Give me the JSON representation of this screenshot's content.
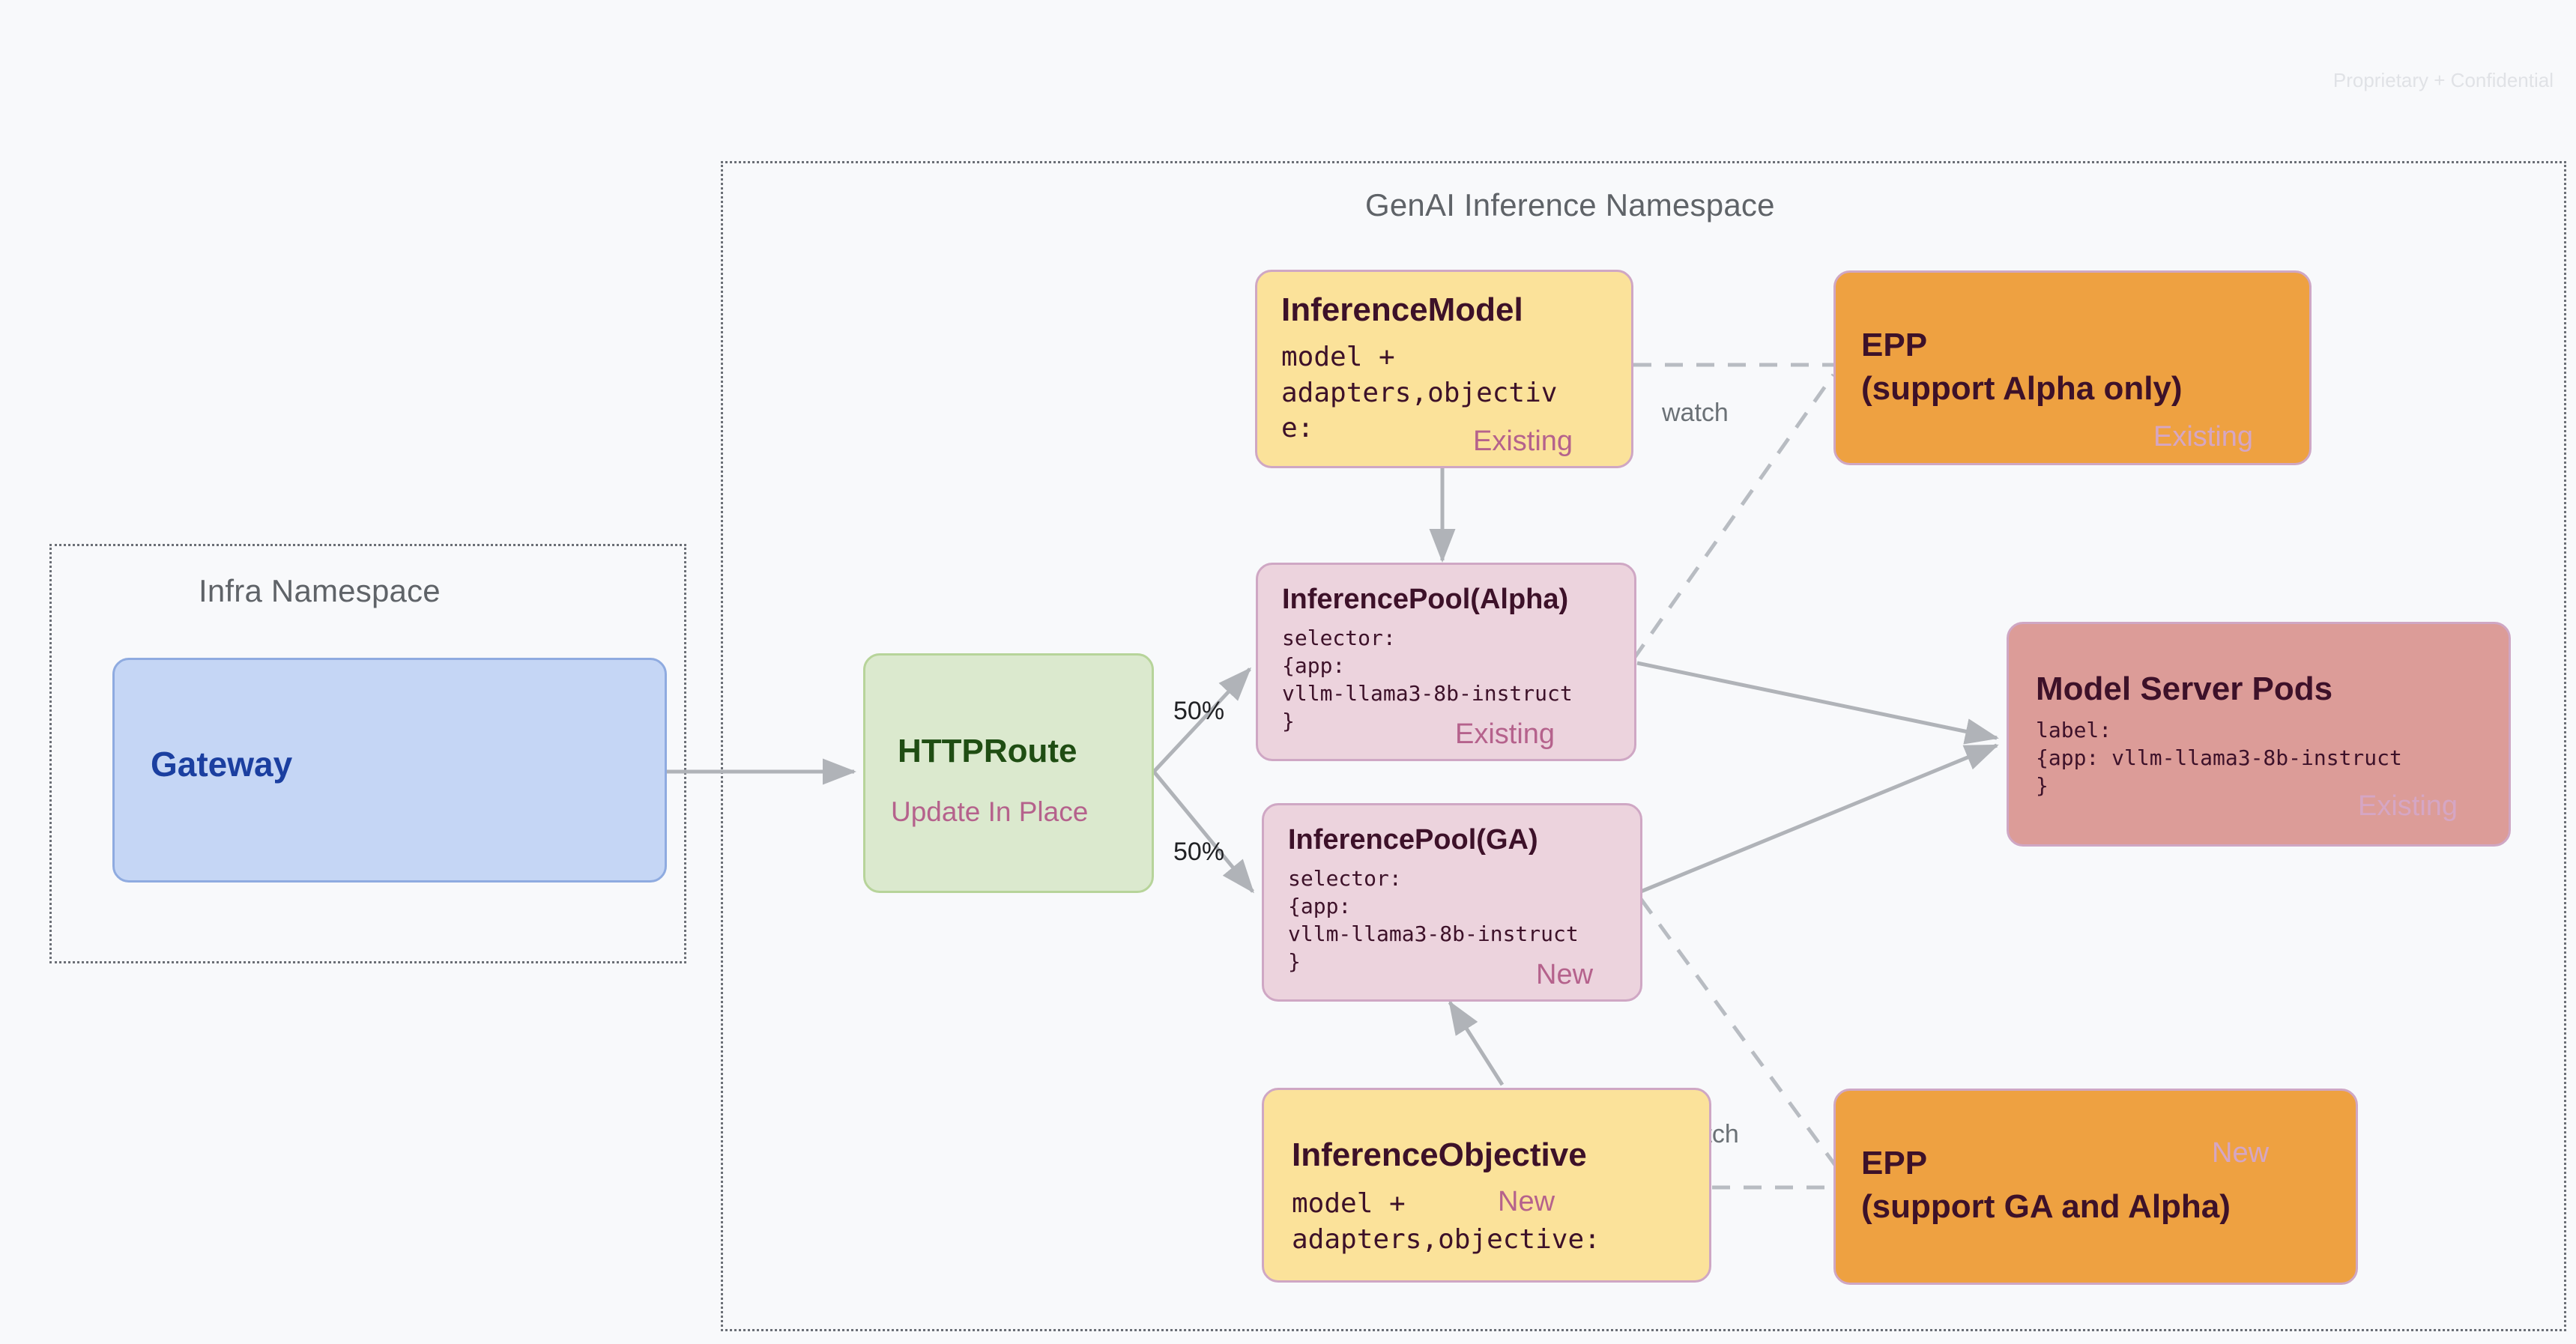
{
  "watermark": "Proprietary + Confidential",
  "namespaces": [
    {
      "id": "infra",
      "title": "Infra Namespace"
    },
    {
      "id": "genai",
      "title": "GenAI Inference Namespace"
    }
  ],
  "nodes": {
    "gateway": {
      "title": "Gateway",
      "tag": ""
    },
    "httproute": {
      "title": "HTTPRoute",
      "tag": "Update In Place"
    },
    "inference_model": {
      "title": "InferenceModel",
      "body": "model +\nadapters,objectiv\ne:",
      "tag": "Existing"
    },
    "inference_pool_alpha": {
      "title": "InferencePool(Alpha)",
      "body": "selector:\n{app:\nvllm-llama3-8b-instruct\n}",
      "tag": "Existing"
    },
    "inference_pool_ga": {
      "title": "InferencePool(GA)",
      "body": "selector:\n{app:\nvllm-llama3-8b-instruct\n}",
      "tag": "New"
    },
    "inference_objective": {
      "title": "InferenceObjective",
      "body": "model +\nadapters,objective:",
      "tag": "New"
    },
    "epp_alpha": {
      "title_line1": "EPP",
      "title_line2": "(support Alpha only)",
      "tag": "Existing"
    },
    "epp_ga": {
      "title_line1": "EPP",
      "title_line2": "(support GA and Alpha)",
      "tag": "New"
    },
    "model_server_pods": {
      "title": "Model Server Pods",
      "body": "label:\n{app: vllm-llama3-8b-instruct\n}",
      "tag": "Existing"
    }
  },
  "edges": {
    "split_top_label": "50%",
    "split_bottom_label": "50%",
    "watch_top_label": "watch",
    "watch_bottom_label": "watch"
  },
  "colors": {
    "background": "#f8f9fb",
    "yellow": "#fbe29a",
    "pink": "#ecd3dd",
    "orange": "#eea141",
    "red": "#dc9c98",
    "green": "#dbe9ce",
    "blue": "#c5d6f5",
    "border_purple": "#cfa7c4",
    "text_dark": "#3d1129",
    "text_pink": "#b5628c",
    "text_green": "#1f4d13",
    "text_blue": "#1b3fa0",
    "edge_gray": "#b0b3b8",
    "namespace_border": "#6b6f76"
  }
}
